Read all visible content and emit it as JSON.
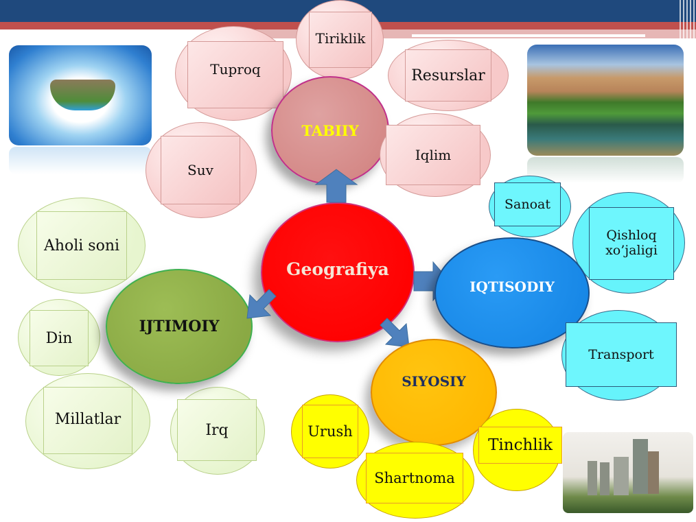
{
  "slide": {
    "header_colors": {
      "bar": "#1f497d",
      "stripe": "#c0504d",
      "accent": "#e6b6b5"
    }
  },
  "center": {
    "label": "Geografiya",
    "color": "#ff0000"
  },
  "categories": {
    "tabiiy": {
      "label": "TABIIY",
      "color": "#d9908f",
      "text_color": "#ffff00",
      "items": [
        "Tuproq",
        "Tiriklik",
        "Resurslar",
        "Suv",
        "Iqlim"
      ]
    },
    "iqtisodiy": {
      "label": "IQTISODIY",
      "color": "#1e90f0",
      "text_color": "#ffffff",
      "items": [
        "Sanoat",
        "Qishloq xo’jaligi",
        "Transport"
      ]
    },
    "ijtimoiy": {
      "label": "IJTIMOIY",
      "color": "#8fb04a",
      "text_color": "#111111",
      "items": [
        "Aholi soni",
        "Din",
        "Millatlar",
        "Irq"
      ]
    },
    "siyosiy": {
      "label": "SIYOSIY",
      "color": "#ffbf00",
      "text_color": "#1f2f5f",
      "items": [
        "Urush",
        "Shartnoma",
        "Tinchlik"
      ]
    }
  },
  "images": {
    "top_left": "world-landmarks-photo",
    "top_right": "mountain-lake-photo",
    "bottom_right": "city-skyline-photo"
  },
  "arrow_color": "#4f81bd"
}
